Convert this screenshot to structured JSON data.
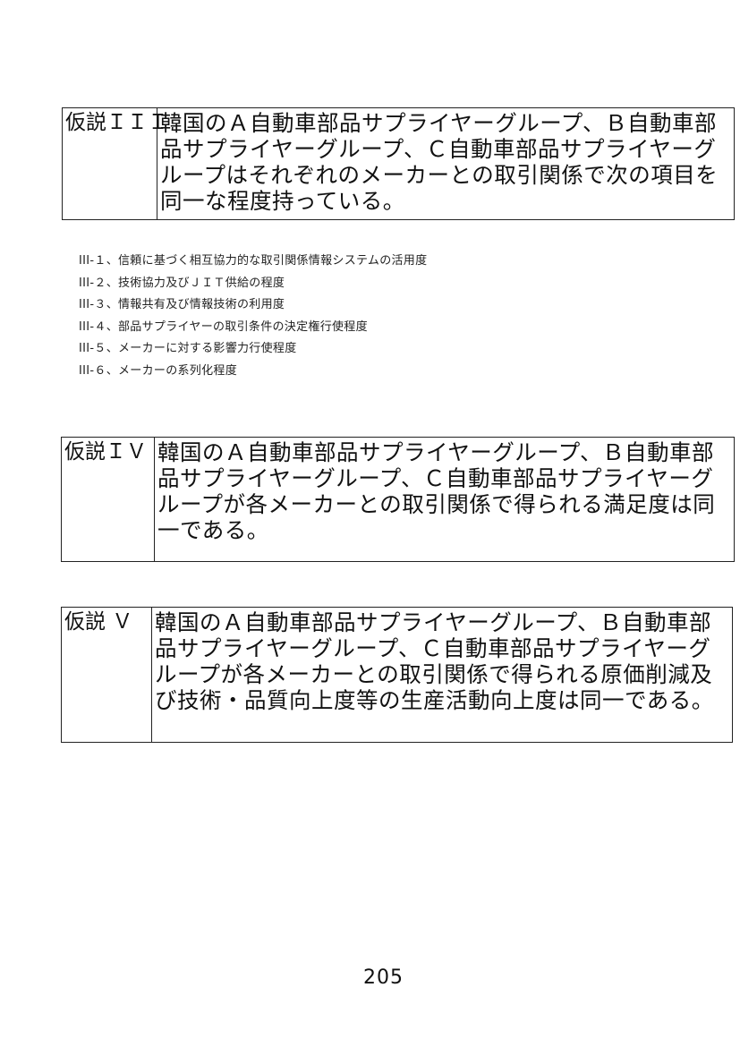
{
  "hypotheses": [
    {
      "label": "仮説ＩＩＩ",
      "text": "韓国のＡ自動車部品サプライヤーグループ、Ｂ自動車部品サプライヤーグループ、Ｃ自動車部品サプライヤーグループはそれぞれのメーカーとの取引関係で次の項目を同一な程度持っている。"
    },
    {
      "label": "仮説ＩＶ",
      "text": "韓国のＡ自動車部品サプライヤーグループ、Ｂ自動車部品サプライヤーグループ、Ｃ自動車部品サプライヤーグループが各メーカーとの取引関係で得られる満足度は同一である。"
    },
    {
      "label": "仮説 Ｖ",
      "text": "韓国のＡ自動車部品サプライヤーグループ、Ｂ自動車部品サプライヤーグループ、Ｃ自動車部品サプライヤーグループが各メーカーとの取引関係で得られる原価削減及び技術・品質向上度等の生産活動向上度は同一である。"
    }
  ],
  "sub_items": [
    "III-１、信頼に基づく相互協力的な取引関係情報システムの活用度",
    "III-２、技術協力及びＪＩＴ供給の程度",
    "III-３、情報共有及び情報技術の利用度",
    "III-４、部品サプライヤーの取引条件の決定権行使程度",
    "III-５、メーカーに対する影響力行使程度",
    "III-６、メーカーの系列化程度"
  ],
  "page_number": "205"
}
